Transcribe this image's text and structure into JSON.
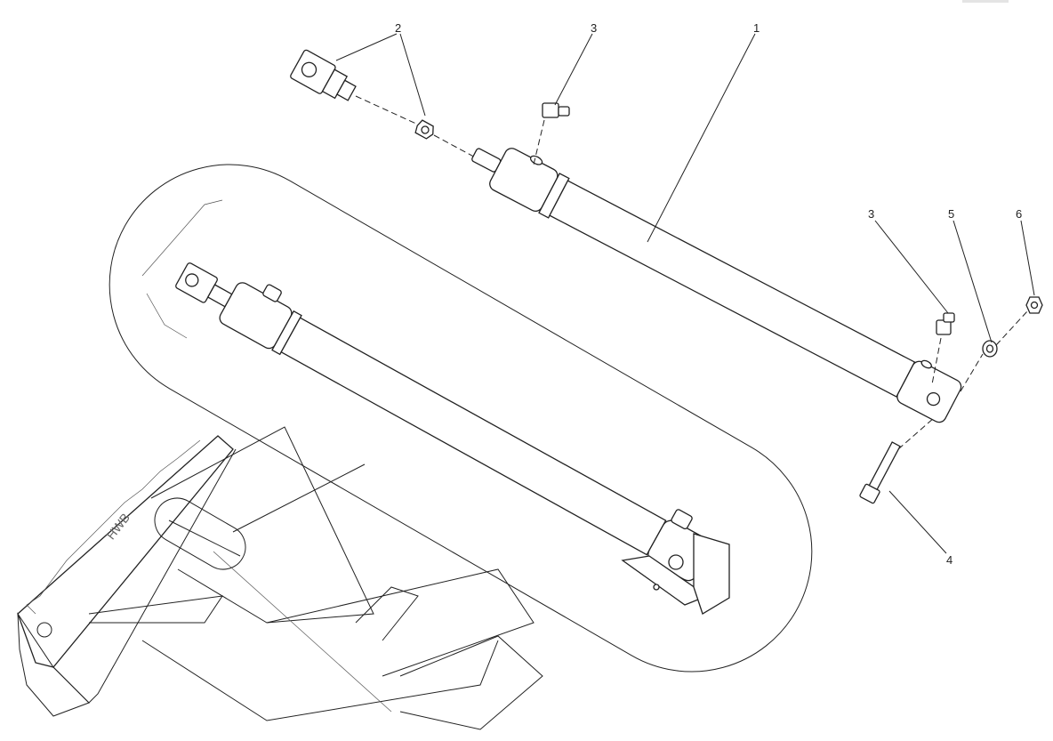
{
  "diagram": {
    "type": "exploded-assembly-view",
    "callouts": [
      {
        "id": "callout-1",
        "label": "1"
      },
      {
        "id": "callout-2",
        "label": "2"
      },
      {
        "id": "callout-3a",
        "label": "3"
      },
      {
        "id": "callout-3b",
        "label": "3"
      },
      {
        "id": "callout-4",
        "label": "4"
      },
      {
        "id": "callout-5",
        "label": "5"
      },
      {
        "id": "callout-6",
        "label": "6"
      }
    ],
    "logo_text": "HWB"
  }
}
